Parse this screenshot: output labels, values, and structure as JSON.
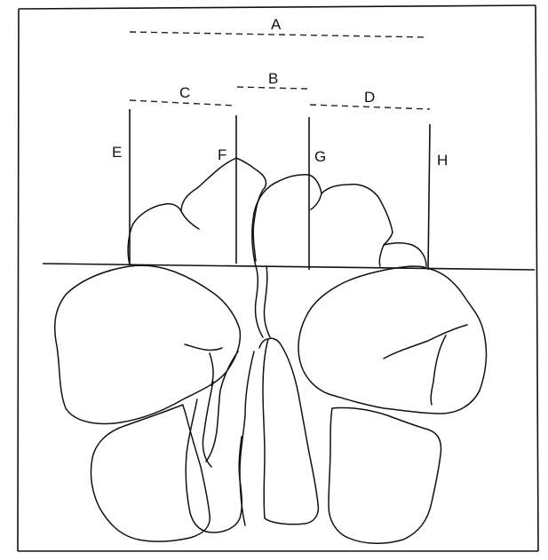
{
  "labels": {
    "A": "A",
    "B": "B",
    "C": "C",
    "D": "D",
    "E": "E",
    "F": "F",
    "G": "G",
    "H": "H"
  }
}
